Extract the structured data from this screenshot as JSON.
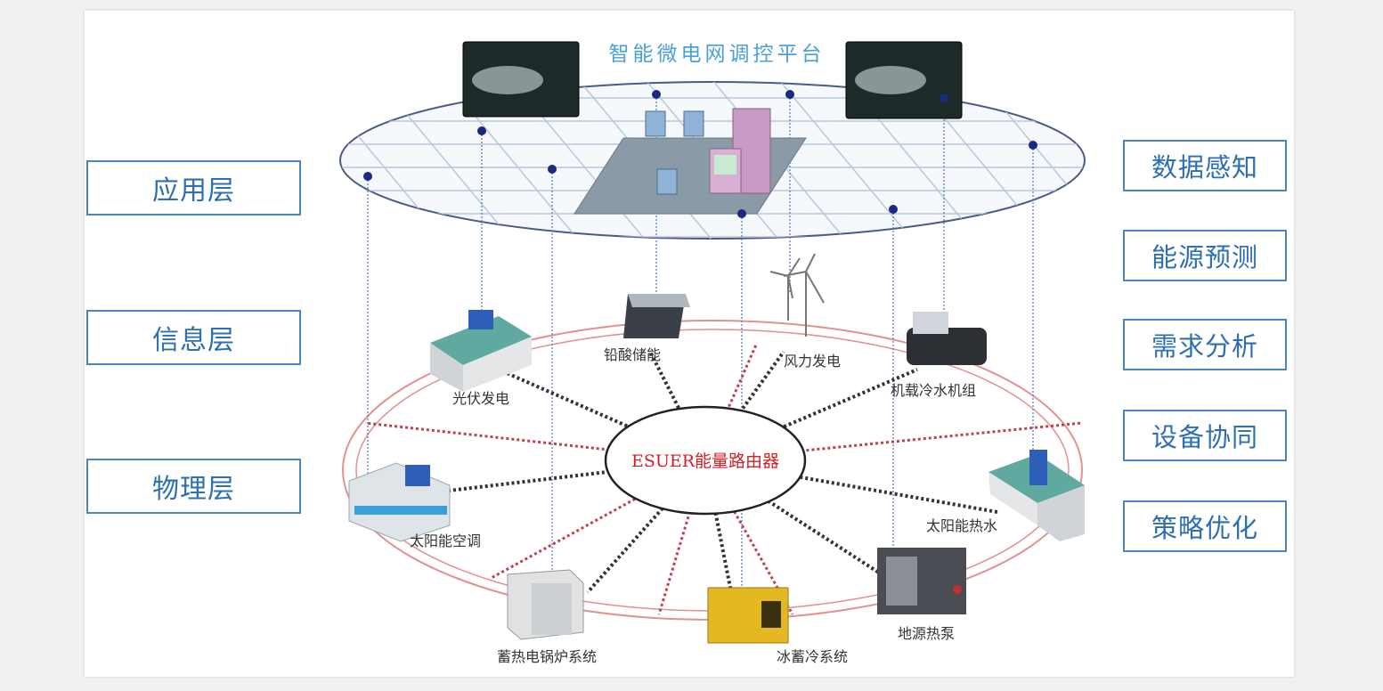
{
  "title": "智能微电网调控平台",
  "router": "ESUER能量路由器",
  "layers": [
    "应用层",
    "信息层",
    "物理层"
  ],
  "functions": [
    "数据感知",
    "能源预测",
    "需求分析",
    "设备协同",
    "策略优化"
  ],
  "devices": {
    "pv": "光伏发电",
    "battery": "铅酸储能",
    "wind": "风力发电",
    "chiller": "机载冷水机组",
    "solar_ac": "太阳能空调",
    "solar_water": "太阳能热水",
    "boiler": "蓄热电锅炉系统",
    "ice": "冰蓄冷系统",
    "ground_pump": "地源热泵"
  },
  "colors": {
    "accent": "#2d6fb0",
    "ring": "#e07070",
    "router_text": "#d0202a"
  }
}
